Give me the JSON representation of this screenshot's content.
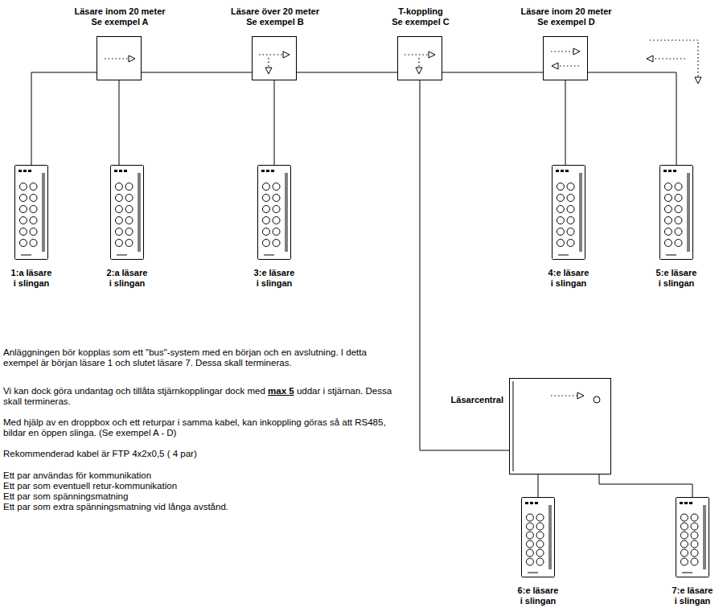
{
  "diagram": {
    "nodes": [
      {
        "text": [
          "Läsare inom 20 meter Se exempel A"
        ]
      },
      {
        "text": [
          "Läsare över 20 meter Se exempel B"
        ]
      },
      {
        "text": [
          "T-koppling Se exempel C"
        ]
      },
      {
        "text": [
          "Läsare inom 20 meter Se exempel D"
        ]
      },
      {
        "text": [
          "1:a läsare i slingan"
        ]
      },
      {
        "text": [
          "2:a läsare i slingan"
        ]
      },
      {
        "text": [
          "3:e läsare i slingan"
        ]
      },
      {
        "text": [
          "4:e läsare i slingan"
        ]
      },
      {
        "text": [
          "5:e läsare i slingan"
        ]
      },
      {
        "text": [
          "Läsarcentral"
        ]
      },
      {
        "text": [
          "6:e läsare i slingan"
        ]
      },
      {
        "text": [
          "7:e läsare i slingan"
        ]
      }
    ],
    "edges": [
      {
        "from": 4,
        "to": 0,
        "arrow": "none"
      },
      {
        "from": 0,
        "to": 5,
        "arrow": "none"
      },
      {
        "from": 0,
        "to": 1,
        "arrow": "none"
      },
      {
        "from": 1,
        "to": 6,
        "arrow": "none"
      },
      {
        "from": 1,
        "to": 2,
        "arrow": "none"
      },
      {
        "from": 2,
        "to": 3,
        "arrow": "none"
      },
      {
        "from": 2,
        "to": 9,
        "arrow": "none"
      },
      {
        "from": 3,
        "to": 7,
        "arrow": "none"
      },
      {
        "from": 3,
        "to": 8,
        "arrow": "none"
      },
      {
        "from": 9,
        "to": 10,
        "arrow": "none"
      },
      {
        "from": 9,
        "to": 11,
        "arrow": "none"
      }
    ],
    "labels": [
      "Anläggningen bör kopplas som ett \"bus\"-system med en början och en avslutning. I detta exempel är början läsare 1 och slutet läsare 7. Dessa skall termineras.",
      "Vi kan dock göra undantag och tillåta stjärnkopplingar dock med",
      "max 5",
      "uddar i stjärnan. Dessa skall termineras.",
      "Med hjälp av en droppbox och ett returpar i samma kabel, kan inkoppling göras så att RS485, bildar en öppen slinga. (Se exempel A - D)",
      "Rekommenderad kabel är FTP 4x2x0,5 ( 4 par)",
      "Ett par användas för kommunikation",
      "Ett par som eventuell retur-kommunikation",
      "Ett par som spänningsmatning",
      "Ett par som extra spänningsmatning vid långa avstånd."
    ]
  }
}
